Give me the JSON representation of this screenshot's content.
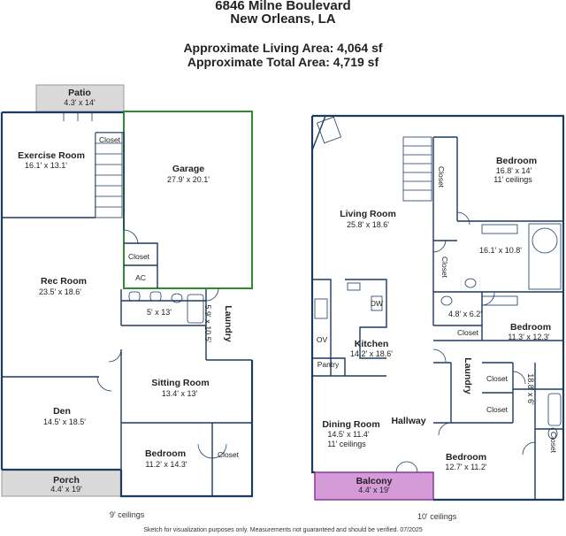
{
  "header": {
    "address_line1": "6846 Milne Boulevard",
    "address_line2": "New Orleans, LA",
    "living_area": "Approximate Living Area: 4,064 sf",
    "total_area": "Approximate Total Area: 4,719 sf"
  },
  "colors": {
    "wall": "#1d3a63",
    "garage_outline": "#2e8b2e",
    "patio_fill": "#d9d9d9",
    "balcony_fill": "#d59ad8",
    "balcony_stroke": "#8a3a9a"
  },
  "floor1": {
    "patio": {
      "name": "Patio",
      "dims": "4.3' x 14'"
    },
    "exercise": {
      "name": "Exercise Room",
      "dims": "16.1' x 13.1'"
    },
    "closet_top": "Closet",
    "garage": {
      "name": "Garage",
      "dims": "27.9' x 20.1'"
    },
    "closet_ac": "Closet",
    "ac": "AC",
    "rec": {
      "name": "Rec Room",
      "dims": "23.5' x 18.6'"
    },
    "bath_dims": "5' x 13'",
    "laundry": {
      "name": "Laundry",
      "dims": "5.9' x 10.5'"
    },
    "sitting": {
      "name": "Sitting Room",
      "dims": "13.4' x 13'"
    },
    "den": {
      "name": "Den",
      "dims": "14.5' x 18.5'"
    },
    "bedroom": {
      "name": "Bedroom",
      "dims": "11.2' x 14.3'"
    },
    "closet_bed": "Closet",
    "porch": {
      "name": "Porch",
      "dims": "4.4' x 19'"
    },
    "ceilings": "9' ceilings"
  },
  "floor2": {
    "living": {
      "name": "Living Room",
      "dims": "25.8' x 18.6'"
    },
    "bedroom1": {
      "name": "Bedroom",
      "dims": "16.8' x 14'",
      "note": "11' ceilings"
    },
    "closet_a": "Closet",
    "closet_b": "Closet",
    "bath1_dims": "16.1' x 10.8'",
    "bath2_dims": "4.8' x 6.2'",
    "closet_c": "Closet",
    "bedroom2": {
      "name": "Bedroom",
      "dims": "11.3' x 12.3'"
    },
    "ov": "OV",
    "dw": "DW",
    "kitchen": {
      "name": "Kitchen",
      "dims": "14.2' x 18.6'"
    },
    "pantry": "Pantry",
    "laundry": "Laundry",
    "closet_d": "Closet",
    "closet_e": "Closet",
    "bath3_dims": "18.8' x 6'",
    "closet_f": "Closet",
    "dining": {
      "name": "Dining Room",
      "dims": "14.5' x 11.4'",
      "note": "11' ceilings"
    },
    "hallway": "Hallway",
    "bedroom3": {
      "name": "Bedroom",
      "dims": "12.7' x 11.2'"
    },
    "balcony": {
      "name": "Balcony",
      "dims": "4.4' x 19'"
    },
    "ceilings": "10' ceilings"
  },
  "disclaimer": "Sketch for visualization purposes only. Measurements not guaranteed and should be verified. 07/2025"
}
